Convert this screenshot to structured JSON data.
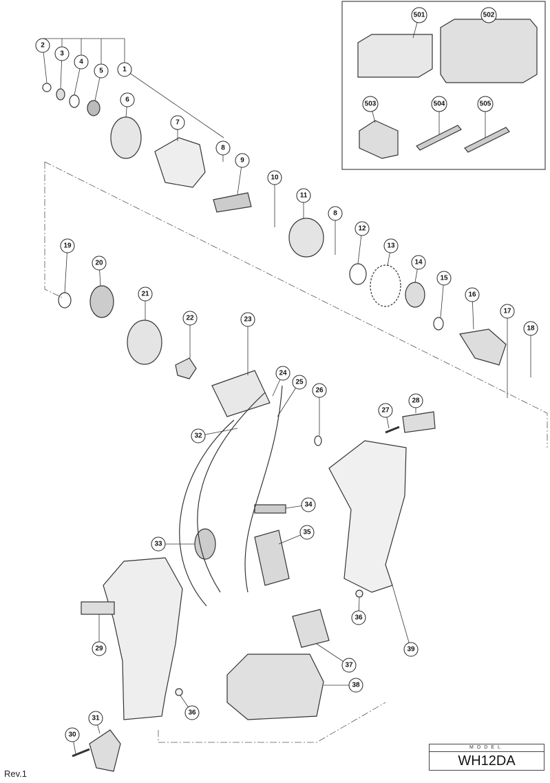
{
  "title_block": {
    "model_header": "MODEL",
    "model_name": "WH12DA"
  },
  "revision": "Rev.1",
  "part_labels": [
    "1",
    "2",
    "3",
    "4",
    "5",
    "6",
    "7",
    "8",
    "9",
    "10",
    "11",
    "8",
    "12",
    "13",
    "14",
    "15",
    "16",
    "17",
    "18",
    "19",
    "20",
    "21",
    "22",
    "23",
    "24",
    "25",
    "26",
    "27",
    "28",
    "32",
    "34",
    "33",
    "35",
    "36",
    "39",
    "29",
    "37",
    "38",
    "36",
    "30",
    "31"
  ],
  "accessory_labels": [
    "501",
    "502",
    "503",
    "504",
    "505"
  ]
}
